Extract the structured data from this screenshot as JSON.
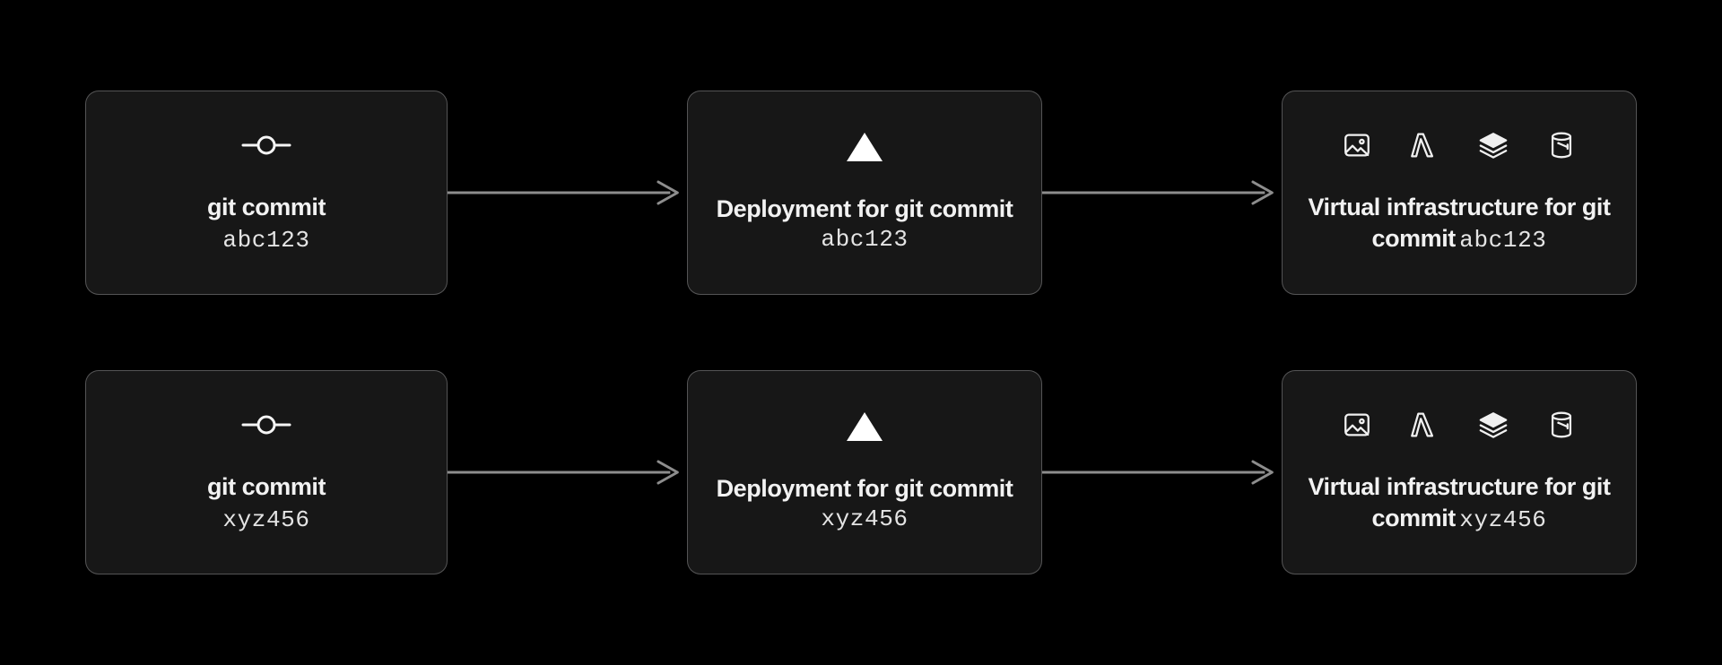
{
  "canvas": {
    "background_color": "#000000",
    "card_background_color": "#171717",
    "card_border_color": "rgba(225,225,228,0.30)",
    "text_color": "#f2f2f2",
    "arrow_color": "#8d8d8d"
  },
  "rows": [
    {
      "commit_hash": "abc123",
      "stages": {
        "commit": {
          "icon": "git-commit-icon",
          "label": "git commit",
          "hash": "abc123"
        },
        "deployment": {
          "icon": "vercel-triangle-icon",
          "label": "Deployment for git commit",
          "hash": "abc123"
        },
        "infrastructure": {
          "icons": [
            "image-icon",
            "lambda-icon",
            "layers-icon",
            "bucket-icon"
          ],
          "label": "Virtual infrastructure for git commit",
          "hash": "abc123"
        }
      },
      "arrows": [
        "arrow-commit-to-deployment",
        "arrow-deployment-to-infrastructure"
      ]
    },
    {
      "commit_hash": "xyz456",
      "stages": {
        "commit": {
          "icon": "git-commit-icon",
          "label": "git commit",
          "hash": "xyz456"
        },
        "deployment": {
          "icon": "vercel-triangle-icon",
          "label": "Deployment for git commit",
          "hash": "xyz456"
        },
        "infrastructure": {
          "icons": [
            "image-icon",
            "lambda-icon",
            "layers-icon",
            "bucket-icon"
          ],
          "label": "Virtual infrastructure for git commit",
          "hash": "xyz456"
        }
      },
      "arrows": [
        "arrow-commit-to-deployment",
        "arrow-deployment-to-infrastructure"
      ]
    }
  ]
}
